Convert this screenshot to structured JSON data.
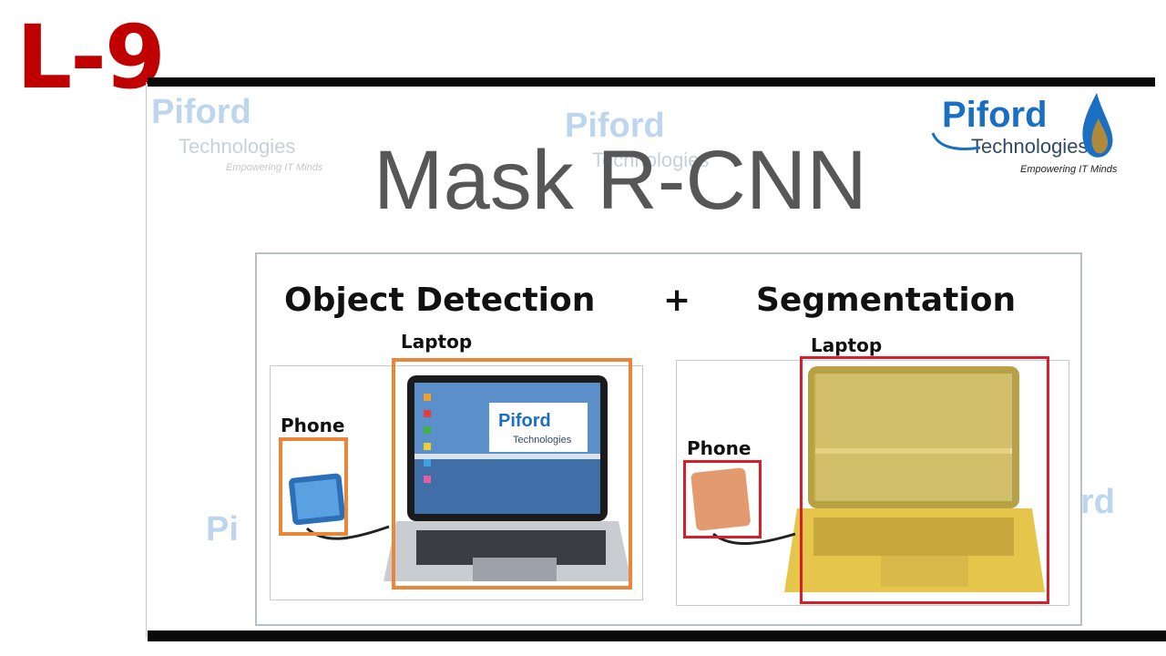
{
  "lesson_badge": "L-9",
  "slide": {
    "title": "Mask R-CNN",
    "logo": {
      "name": "Piford",
      "sub": "Technologies",
      "tagline": "Empowering IT Minds"
    },
    "figure": {
      "left_heading": "Object Detection",
      "plus": "+",
      "right_heading": "Segmentation",
      "laptop_label": "Laptop",
      "phone_label": "Phone"
    }
  },
  "colors": {
    "badge": "#c00000",
    "box_detection": "#e8863a",
    "box_segmentation": "#d81e2a",
    "mask": "#e0b82a",
    "logo_blue": "#1a6fc2"
  }
}
